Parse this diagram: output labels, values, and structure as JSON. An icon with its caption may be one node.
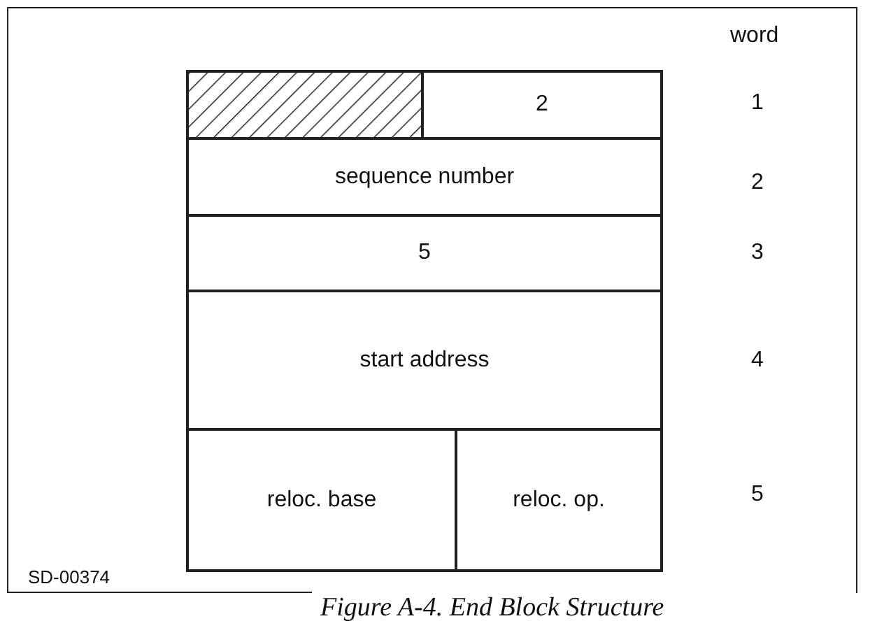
{
  "diagram": {
    "caption": "Figure A-4. End Block Structure",
    "nodes": [
      {
        "text": [],
        "shape": "box"
      },
      {
        "text": [
          "2"
        ]
      },
      {
        "text": [
          "sequence number"
        ]
      },
      {
        "text": [
          "5"
        ]
      },
      {
        "text": [
          "start address"
        ]
      },
      {
        "text": [
          "reloc. base"
        ]
      },
      {
        "text": [
          "reloc. op."
        ]
      }
    ],
    "edges": [],
    "labels": [
      "word",
      "1",
      "2",
      "3",
      "4",
      "5",
      "SD-00374"
    ]
  }
}
